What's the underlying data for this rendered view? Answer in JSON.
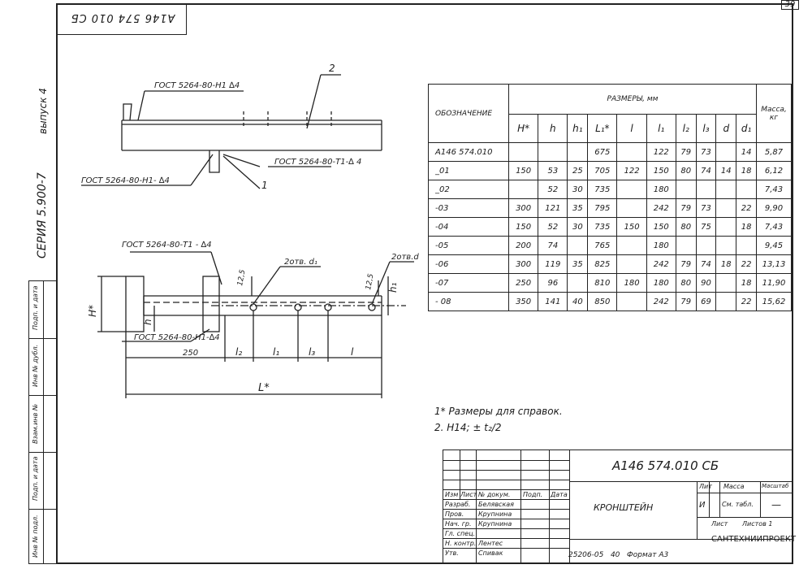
{
  "sheet_number": "39",
  "stamp_code": "А146 574 010 СБ",
  "side_labels": {
    "issue": "выпуск 4",
    "series": "СЕРИЯ 5.900-7"
  },
  "left_strip": [
    "Инв № подл.",
    "Подп. и дата",
    "Взам.инв №",
    "Инв № дубл.",
    "Подп. и дата"
  ],
  "drawing": {
    "weld_top": "ГОСТ 5264-80-Н1 ∆4",
    "weld_mid_right": "ГОСТ 5264-80-Т1-∆ 4",
    "weld_mid_left": "ГОСТ 5264-80-Н1- ∆4",
    "weld_lower_top": "ГОСТ 5264-80-Т1 - ∆4",
    "weld_lower_bottom": "ГОСТ 5264-80-Н1-∆4",
    "pos1": "1",
    "pos2": "2",
    "holes1": "2отв. d₁",
    "holes2": "2отв.d",
    "dim_125a": "12,5",
    "dim_125b": "12,5",
    "dim_250": "250",
    "dim_H": "H*",
    "dim_h": "h",
    "dim_h1": "h₁",
    "dim_l2": "l₂",
    "dim_l1": "l₁",
    "dim_l3": "l₃",
    "dim_l": "l",
    "dim_L": "L*"
  },
  "table": {
    "header_designation": "ОБОЗНАЧЕНИЕ",
    "header_sizes": "РАЗМЕРЫ, мм",
    "header_mass": "Масса, кг",
    "columns": [
      "H*",
      "h",
      "h₁",
      "L₁*",
      "l",
      "l₁",
      "l₂",
      "l₃",
      "d",
      "d₁"
    ],
    "rows": [
      {
        "des": "А146 574.010",
        "H": "",
        "h": "",
        "h1": "",
        "L": "675",
        "l": "",
        "l1": "122",
        "l2": "79",
        "l3": "73",
        "d": "",
        "d1": "14",
        "m": "5,87"
      },
      {
        "des": "_01",
        "H": "150",
        "h": "53",
        "h1": "25",
        "L": "705",
        "l": "122",
        "l1": "150",
        "l2": "80",
        "l3": "74",
        "d": "14",
        "d1": "18",
        "m": "6,12"
      },
      {
        "des": "_02",
        "H": "",
        "h": "52",
        "h1": "30",
        "L": "735",
        "l": "",
        "l1": "180",
        "l2": "",
        "l3": "",
        "d": "",
        "d1": "",
        "m": "7,43"
      },
      {
        "des": "-03",
        "H": "300",
        "h": "121",
        "h1": "35",
        "L": "795",
        "l": "",
        "l1": "242",
        "l2": "79",
        "l3": "73",
        "d": "",
        "d1": "22",
        "m": "9,90"
      },
      {
        "des": "-04",
        "H": "150",
        "h": "52",
        "h1": "30",
        "L": "735",
        "l": "150",
        "l1": "150",
        "l2": "80",
        "l3": "75",
        "d": "",
        "d1": "18",
        "m": "7,43"
      },
      {
        "des": "-05",
        "H": "200",
        "h": "74",
        "h1": "",
        "L": "765",
        "l": "",
        "l1": "180",
        "l2": "",
        "l3": "",
        "d": "",
        "d1": "",
        "m": "9,45"
      },
      {
        "des": "-06",
        "H": "300",
        "h": "119",
        "h1": "35",
        "L": "825",
        "l": "",
        "l1": "242",
        "l2": "79",
        "l3": "74",
        "d": "18",
        "d1": "22",
        "m": "13,13"
      },
      {
        "des": "-07",
        "H": "250",
        "h": "96",
        "h1": "",
        "L": "810",
        "l": "180",
        "l1": "180",
        "l2": "80",
        "l3": "90",
        "d": "",
        "d1": "18",
        "m": "11,90"
      },
      {
        "des": "- 08",
        "H": "350",
        "h": "141",
        "h1": "40",
        "L": "850",
        "l": "",
        "l1": "242",
        "l2": "79",
        "l3": "69",
        "d": "",
        "d1": "22",
        "m": "15,62"
      }
    ]
  },
  "notes": [
    "1* Размеры для справок.",
    "2. Н14; ± t₂/2"
  ],
  "title_block": {
    "code": "А146 574.010 СБ",
    "name": "КРОНШТЕЙН",
    "col_headers": [
      "Изм",
      "Лист",
      "№ докум.",
      "Подп.",
      "Дата"
    ],
    "people": [
      {
        "role": "Разраб.",
        "name": "Белявская"
      },
      {
        "role": "Пров.",
        "name": "Крупнина"
      },
      {
        "role": "Нач. гр.",
        "name": "Крупнина"
      },
      {
        "role": "Гл. спец.",
        "name": ""
      },
      {
        "role": "Н. контр.",
        "name": "Лентес"
      },
      {
        "role": "Утв.",
        "name": "Спивак"
      }
    ],
    "lit_label": "Лит",
    "mass_label": "Масса",
    "scale_label": "Масштаб",
    "lit_value": "И",
    "mass_value": "См. табл.",
    "scale_value": "—",
    "sheet_label": "Лист",
    "sheets_label": "Листов 1",
    "org": "САНТЕХНИИПРОЕКТ"
  },
  "footer": {
    "drawing_no": "25206-05",
    "sheet": "40",
    "format": "Формат А3"
  }
}
